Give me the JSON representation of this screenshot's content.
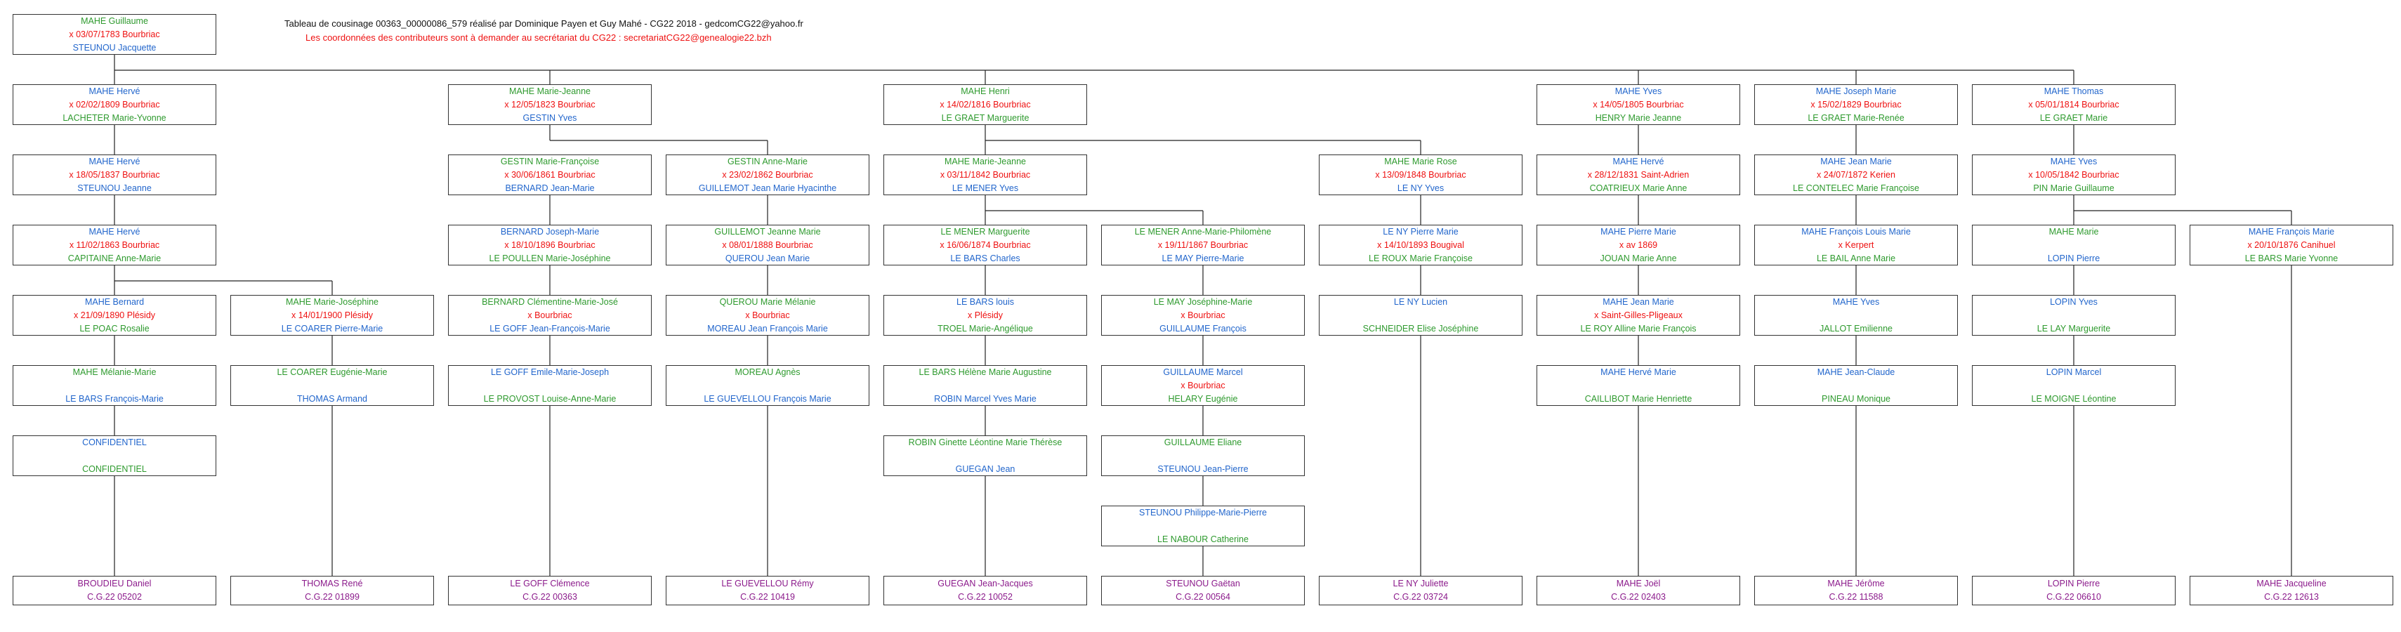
{
  "header": {
    "title": "Tableau de cousinage 00363_00000086_579 réalisé par Dominique Payen et Guy Mahé - CG22 2018 - gedcomCG22@yahoo.fr",
    "subtitle": "Les coordonnées des contributeurs sont à demander au secrétariat du CG22 :  secretariatCG22@genealogie22.bzh"
  },
  "colors": {
    "male_or_first": "#2e9a2e",
    "spouse": "#2266cc",
    "marriage": "#ee1111",
    "descendant": "#8b1a8b"
  },
  "root": [
    "MAHE Guillaume",
    "x 03/07/1783 Bourbriac",
    "STEUNOU Jacquette"
  ],
  "gen1": [
    [
      "MAHE Hervé",
      "x 02/02/1809 Bourbriac",
      "LACHETER Marie-Yvonne"
    ],
    [
      "MAHE Marie-Jeanne",
      "x 12/05/1823 Bourbriac",
      "GESTIN Yves"
    ],
    [
      "MAHE Henri",
      "x 14/02/1816 Bourbriac",
      "LE GRAET Marguerite"
    ],
    [
      "MAHE Yves",
      "x 14/05/1805 Bourbriac",
      "HENRY Marie Jeanne"
    ],
    [
      "MAHE Joseph Marie",
      "x 15/02/1829 Bourbriac",
      "LE GRAET Marie-Renée"
    ],
    [
      "MAHE Thomas",
      "x 05/01/1814 Bourbriac",
      "LE GRAET Marie"
    ]
  ],
  "gen2": [
    [
      "MAHE Hervé",
      "x 18/05/1837 Bourbriac",
      "STEUNOU Jeanne"
    ],
    [
      "GESTIN Marie-Françoise",
      "x 30/06/1861 Bourbriac",
      "BERNARD Jean-Marie"
    ],
    [
      "GESTIN Anne-Marie",
      "x 23/02/1862 Bourbriac",
      "GUILLEMOT Jean Marie Hyacinthe"
    ],
    [
      "MAHE Marie-Jeanne",
      "x 03/11/1842 Bourbriac",
      "LE MENER Yves"
    ],
    [
      "MAHE Marie Rose",
      "x 13/09/1848 Bourbriac",
      "LE NY Yves"
    ],
    [
      "MAHE Hervé",
      "x 28/12/1831 Saint-Adrien",
      "COATRIEUX Marie Anne"
    ],
    [
      "MAHE Jean Marie",
      "x 24/07/1872 Kerien",
      "LE CONTELEC Marie Françoise"
    ],
    [
      "MAHE Yves",
      "x 10/05/1842 Bourbriac",
      "PIN Marie Guillaume"
    ]
  ],
  "gen3": [
    [
      "MAHE Hervé",
      "x 11/02/1863 Bourbriac",
      "CAPITAINE Anne-Marie"
    ],
    [
      "BERNARD Joseph-Marie",
      "x 18/10/1896 Bourbriac",
      "LE POULLEN Marie-Joséphine"
    ],
    [
      "GUILLEMOT Jeanne Marie",
      "x 08/01/1888 Bourbriac",
      "QUEROU Jean Marie"
    ],
    [
      "LE MENER Marguerite",
      "x 16/06/1874 Bourbriac",
      "LE BARS Charles"
    ],
    [
      "LE MENER Anne-Marie-Philomène",
      "x 19/11/1867 Bourbriac",
      "LE MAY Pierre-Marie"
    ],
    [
      "LE NY Pierre Marie",
      "x 14/10/1893 Bougival",
      "LE ROUX Marie Françoise"
    ],
    [
      "MAHE Pierre Marie",
      "x av    1869",
      "JOUAN Marie Anne"
    ],
    [
      "MAHE François Louis Marie",
      "x          Kerpert",
      "LE BAIL Anne Marie"
    ],
    [
      "MAHE Marie",
      "",
      "LOPIN Pierre"
    ],
    [
      "MAHE François Marie",
      "x 20/10/1876 Canihuel",
      "LE BARS Marie Yvonne"
    ]
  ],
  "gen4": [
    [
      "MAHE Bernard",
      "x 21/09/1890 Plésidy",
      "LE POAC Rosalie"
    ],
    [
      "MAHE Marie-Joséphine",
      "x 14/01/1900 Plésidy",
      "LE COARER Pierre-Marie"
    ],
    [
      "BERNARD Clémentine-Marie-José",
      "x          Bourbriac",
      "LE GOFF Jean-François-Marie"
    ],
    [
      "QUEROU Marie Mélanie",
      "x          Bourbriac",
      "MOREAU Jean François Marie"
    ],
    [
      "LE BARS louis",
      "x          Plésidy",
      "TROEL Marie-Angélique"
    ],
    [
      "LE MAY Joséphine-Marie",
      "x          Bourbriac",
      "GUILLAUME François"
    ],
    [
      "LE NY Lucien",
      "",
      "SCHNEIDER Elise Joséphine"
    ],
    [
      "MAHE Jean Marie",
      "x          Saint-Gilles-Pligeaux",
      "LE ROY Alline Marie François"
    ],
    [
      "MAHE Yves",
      "",
      "JALLOT Emilienne"
    ],
    [
      "LOPIN Yves",
      "",
      "LE LAY Marguerite"
    ]
  ],
  "gen5": [
    [
      "MAHE Mélanie-Marie",
      "",
      "LE BARS François-Marie"
    ],
    [
      "LE COARER Eugénie-Marie",
      "",
      "THOMAS Armand"
    ],
    [
      "LE GOFF Emile-Marie-Joseph",
      "",
      "LE PROVOST Louise-Anne-Marie"
    ],
    [
      "MOREAU Agnès",
      "",
      "LE GUEVELLOU François Marie"
    ],
    [
      "LE BARS Hélène Marie Augustine",
      "",
      "ROBIN Marcel Yves Marie"
    ],
    [
      "GUILLAUME Marcel",
      "x          Bourbriac",
      "HELARY Eugénie"
    ],
    [
      "MAHE Hervé Marie",
      "",
      "CAILLIBOT Marie Henriette"
    ],
    [
      "MAHE Jean-Claude",
      "",
      "PINEAU Monique"
    ],
    [
      "LOPIN Marcel",
      "",
      "LE MOIGNE Léontine"
    ]
  ],
  "gen6": [
    [
      "CONFIDENTIEL",
      "",
      "CONFIDENTIEL"
    ],
    [
      "ROBIN Ginette Léontine Marie Thérèse",
      "",
      "GUEGAN Jean"
    ],
    [
      "GUILLAUME Eliane",
      "",
      "STEUNOU Jean-Pierre"
    ]
  ],
  "gen7": [
    [
      "STEUNOU Philippe-Marie-Pierre",
      "",
      "LE NABOUR Catherine"
    ]
  ],
  "descendants": [
    [
      "BROUDIEU Daniel",
      "C.G.22 05202"
    ],
    [
      "THOMAS René",
      "C.G.22 01899"
    ],
    [
      "LE GOFF Clémence",
      "C.G.22 00363"
    ],
    [
      "LE GUEVELLOU Rémy",
      "C.G.22 10419"
    ],
    [
      "GUEGAN Jean-Jacques",
      "C.G.22 10052"
    ],
    [
      "STEUNOU Gaëtan",
      "C.G.22 00564"
    ],
    [
      "LE NY Juliette",
      "C.G.22 03724"
    ],
    [
      "MAHE Joël",
      "C.G.22 02403"
    ],
    [
      "MAHE Jérôme",
      "C.G.22 11588"
    ],
    [
      "LOPIN Pierre",
      "C.G.22 06610"
    ],
    [
      "MAHE Jacqueline",
      "C.G.22 12613"
    ]
  ]
}
